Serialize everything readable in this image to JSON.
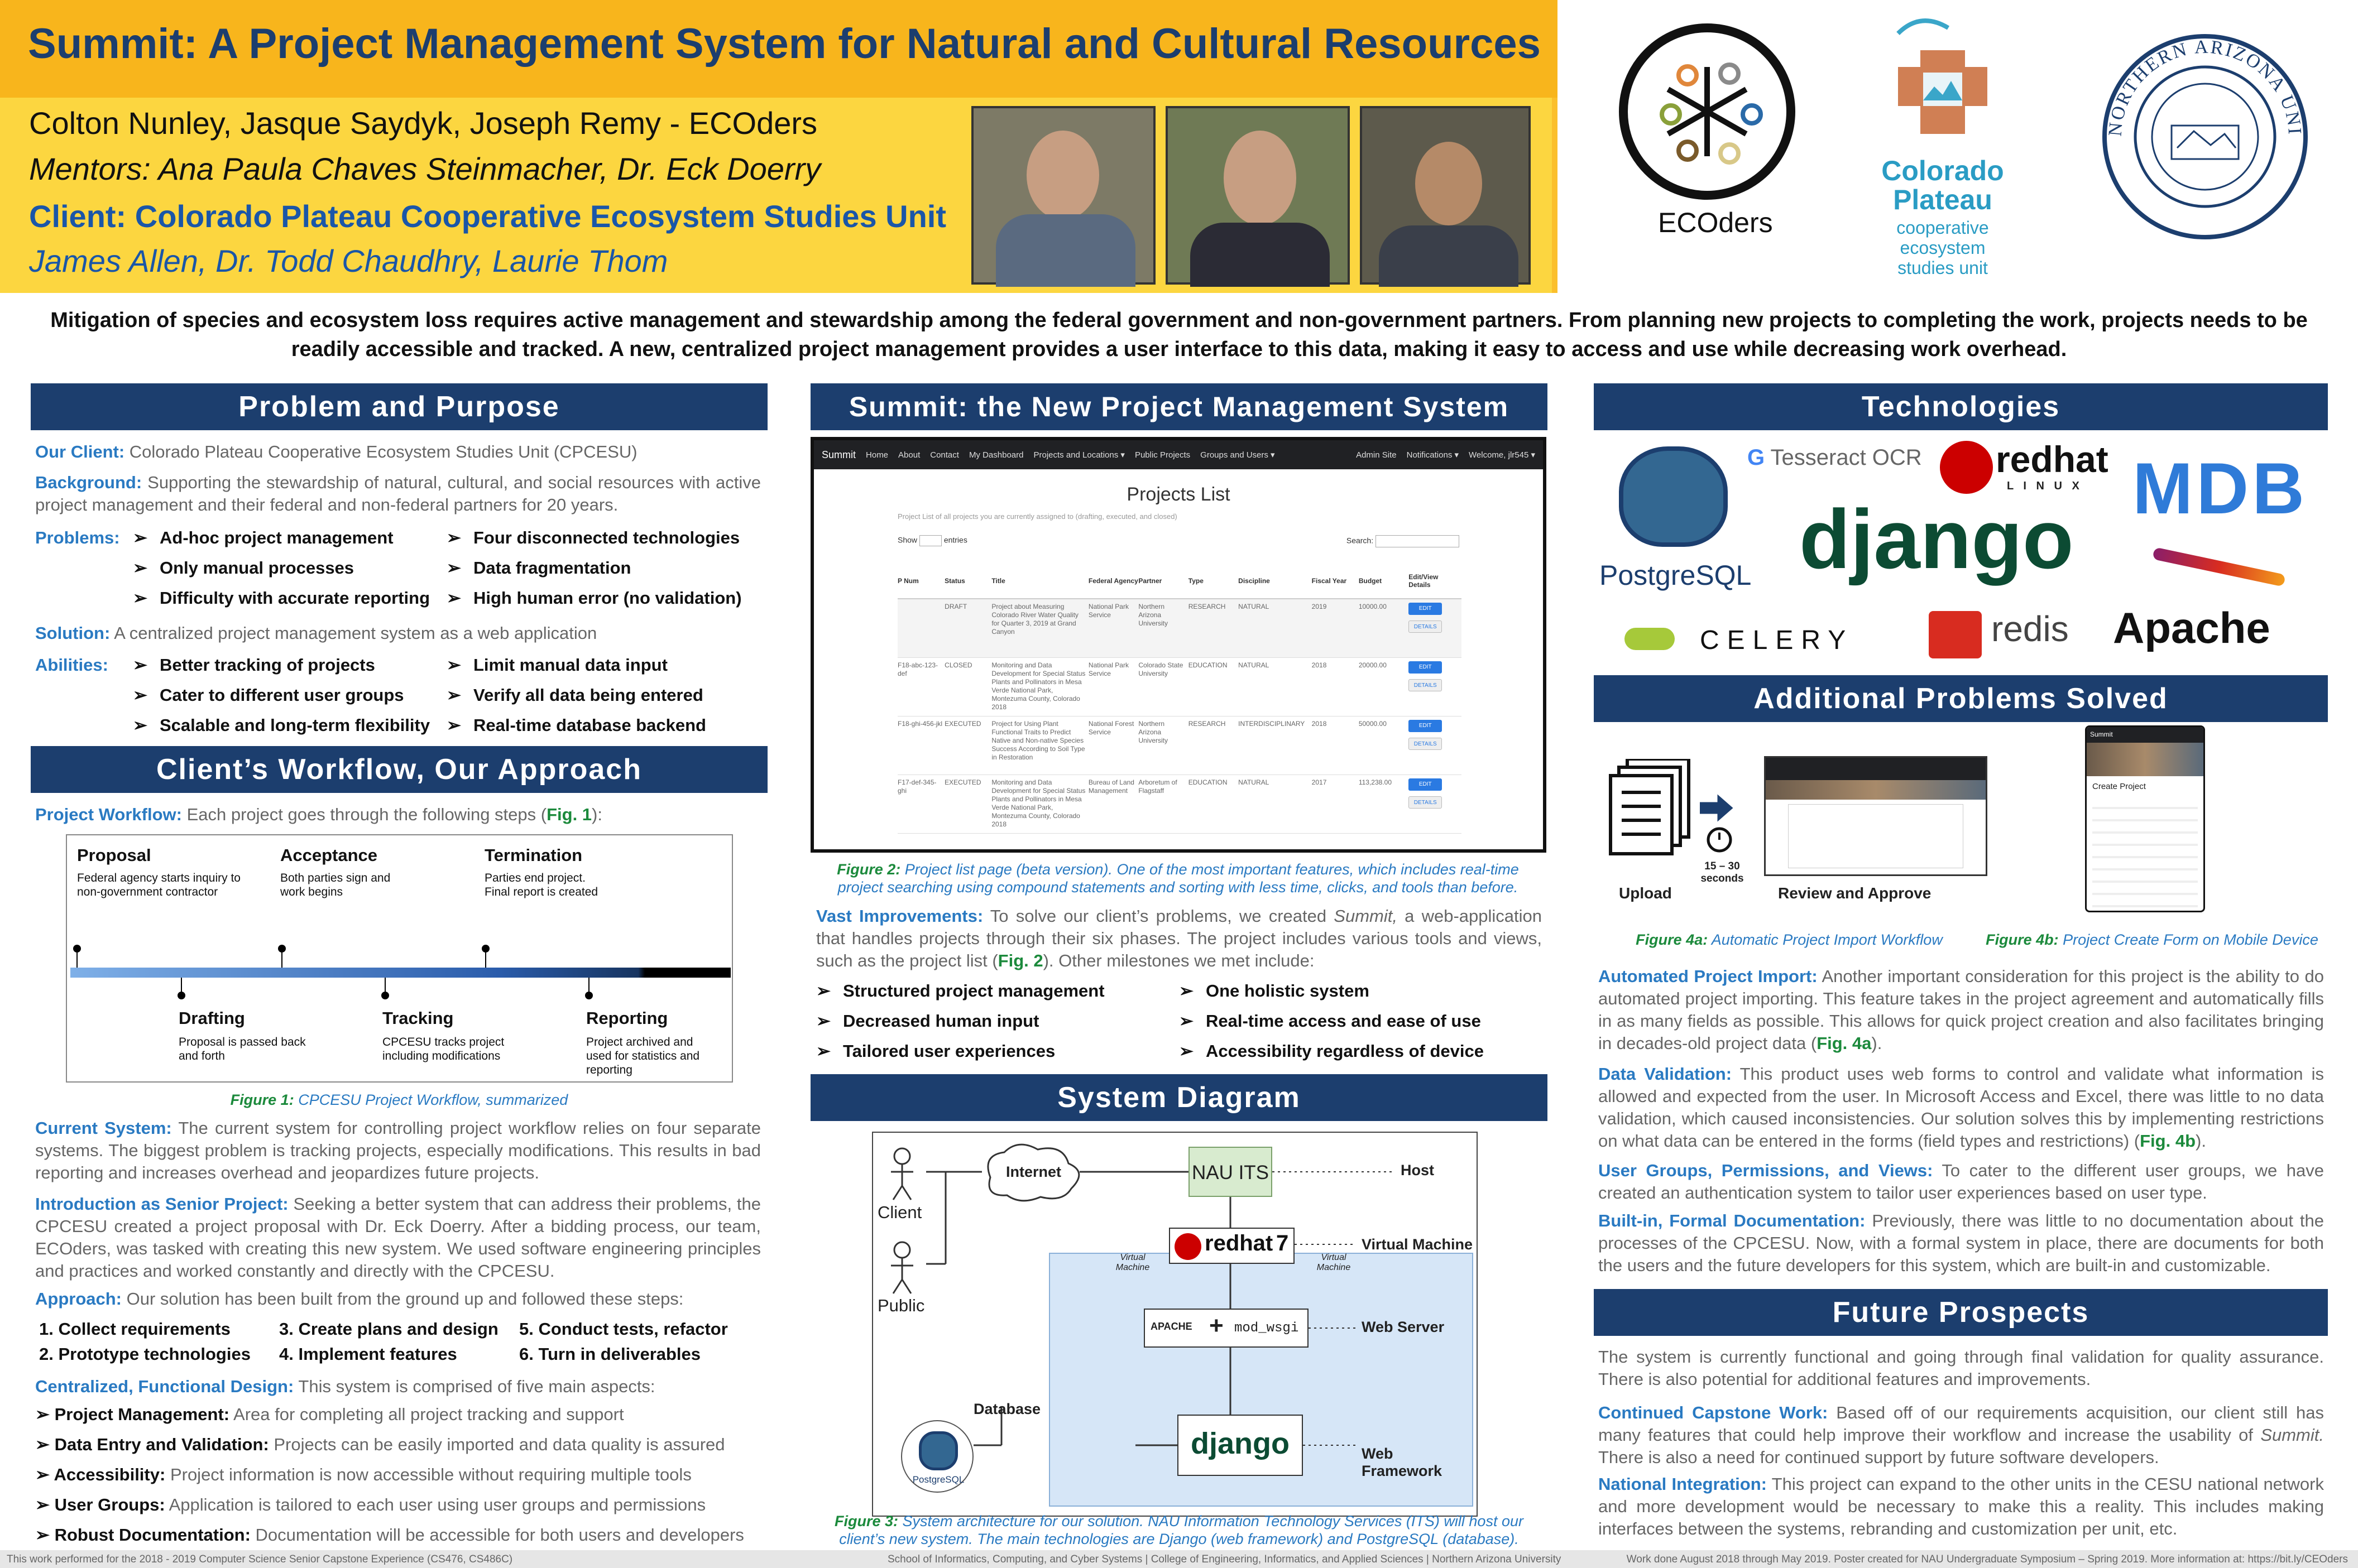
{
  "header": {
    "title": "Summit: A Project Management System for Natural and Cultural Resources",
    "authors": "Colton Nunley, Jasque Saydyk, Joseph Remy - ECOders",
    "mentors": "Mentors: Ana Paula Chaves Steinmacher, Dr. Eck Doerry",
    "client": "Client: Colorado Plateau Cooperative Ecosystem Studies Unit",
    "client_people": "James Allen, Dr. Todd Chaudhry, Laurie Thom",
    "logo_ecoders": "ECOders",
    "logo_cp_1": "Colorado",
    "logo_cp_2": "Plateau",
    "logo_cp_3": "cooperative",
    "logo_cp_4": "ecosystem",
    "logo_cp_5": "studies unit",
    "seal_text": "NORTHERN ARIZONA UNIVERSITY"
  },
  "intro": "Mitigation of species and ecosystem loss requires active management and stewardship among the federal government and non-government partners. From planning new projects to completing the work, projects needs to be readily accessible and tracked. A new, centralized project management provides a user interface to this data, making it easy to access and use while decreasing work overhead.",
  "left": {
    "problem_head": "Problem and Purpose",
    "our_client_lbl": "Our Client:",
    "our_client": "Colorado Plateau Cooperative Ecosystem Studies Unit (CPCESU)",
    "background_lbl": "Background:",
    "background": "Supporting the stewardship of natural, cultural, and social resources with active project management and their federal and non-federal partners for 20 years.",
    "problems_lbl": "Problems:",
    "problems": [
      "Ad-hoc project management",
      "Only manual processes",
      "Difficulty with accurate reporting",
      "Four disconnected technologies",
      "Data fragmentation",
      "High human error (no validation)"
    ],
    "solution_lbl": "Solution:",
    "solution": "A centralized project management system as a web application",
    "abilities_lbl": "Abilities:",
    "abilities": [
      "Better tracking of projects",
      "Cater to different user groups",
      "Scalable and long-term flexibility",
      "Limit manual data input",
      "Verify all data being entered",
      "Real-time database backend"
    ],
    "workflow_head": "Client’s Workflow, Our Approach",
    "pw_lbl": "Project Workflow:",
    "pw": "Each project goes through the following steps (",
    "pw_fig": "Fig. 1",
    "pw_end": "):",
    "steps_top": [
      {
        "name": "Proposal",
        "desc": "Federal agency starts inquiry to non-government contractor"
      },
      {
        "name": "Acceptance",
        "desc": "Both parties sign and work begins"
      },
      {
        "name": "Termination",
        "desc": "Parties end project. Final report is created"
      }
    ],
    "steps_bottom": [
      {
        "name": "Drafting",
        "desc": "Proposal is passed back and forth"
      },
      {
        "name": "Tracking",
        "desc": "CPCESU tracks project including modifications"
      },
      {
        "name": "Reporting",
        "desc": "Project archived and used for statistics and reporting"
      }
    ],
    "fig1_lbl": "Figure 1:",
    "fig1": "CPCESU Project Workflow, summarized",
    "current_lbl": "Current System:",
    "current": "The current system for controlling project workflow relies on four separate systems. The biggest problem is tracking projects, especially modifications. This results in bad reporting and increases overhead and jeopardizes future projects.",
    "intro_lbl": "Introduction as Senior Project:",
    "intro_txt": "Seeking a better system that can address their problems, the CPCESU created a project proposal with Dr. Eck Doerry. After a bidding process, our team, ECOders, was tasked with creating this new system. We used software engineering principles and practices and worked constantly and directly with the CPCESU.",
    "approach_lbl": "Approach:",
    "approach": "Our solution has been built from the ground up and followed these steps:",
    "approach_steps": [
      "1.   Collect requirements",
      "2.   Prototype technologies",
      "3.   Create plans and design",
      "4.   Implement features",
      "5.   Conduct tests, refactor",
      "6.   Turn in deliverables"
    ],
    "central_lbl": "Centralized, Functional Design:",
    "central": "This system is comprised of five main aspects:",
    "aspects": [
      {
        "b": "Project Management:",
        "t": "Area for completing all project tracking and support"
      },
      {
        "b": "Data Entry and Validation:",
        "t": "Projects can be easily imported and data quality is assured"
      },
      {
        "b": "Accessibility:",
        "t": "Project information is now accessible without requiring multiple tools"
      },
      {
        "b": "User Groups:",
        "t": "Application is tailored to each user using user groups and permissions"
      },
      {
        "b": "Robust Documentation:",
        "t": "Documentation will be accessible for both users and developers"
      }
    ]
  },
  "middle": {
    "head": "Summit: the New Project Management System",
    "nav": [
      "Summit",
      "Home",
      "About",
      "Contact",
      "My Dashboard",
      "Projects and Locations ▾",
      "Public Projects",
      "Groups and Users ▾"
    ],
    "nav_right": [
      "Admin Site",
      "Notifications ▾",
      "Welcome, jlr545 ▾"
    ],
    "list_title": "Projects List",
    "list_sub": "Project List of all projects you are currently assigned to (drafting, executed, and closed)",
    "show": "Show",
    "entries": "entries",
    "search": "Search:",
    "cols": [
      "P Num",
      "Status",
      "Title",
      "Federal Agency",
      "Partner",
      "Type",
      "Discipline",
      "Fiscal Year",
      "Budget",
      "Edit/View Details"
    ],
    "rows": [
      [
        "",
        "DRAFT",
        "Project about Measuring Colorado River Water Quality for Quarter 3, 2019 at Grand Canyon",
        "National Park Service",
        "Northern Arizona University",
        "RESEARCH",
        "NATURAL",
        "2019",
        "10000.00"
      ],
      [
        "F18-abc-123-def",
        "CLOSED",
        "Monitoring and Data Development for Special Status Plants and Pollinators in Mesa Verde National Park, Montezuma County, Colorado 2018",
        "National Park Service",
        "Colorado State University",
        "EDUCATION",
        "NATURAL",
        "2018",
        "20000.00"
      ],
      [
        "F18-ghi-456-jkl",
        "EXECUTED",
        "Project for Using Plant Functional Traits to Predict Native and Non-native Species Success According to Soil Type in Restoration",
        "National Forest Service",
        "Northern Arizona University",
        "RESEARCH",
        "INTERDISCIPLINARY",
        "2018",
        "50000.00"
      ],
      [
        "F17-def-345-ghi",
        "EXECUTED",
        "Monitoring and Data Development for Special Status Plants and Pollinators in Mesa Verde National Park, Montezuma County, Colorado 2018",
        "Bureau of Land Management",
        "Arboretum of Flagstaff",
        "EDUCATION",
        "NATURAL",
        "2017",
        "113,238.00"
      ]
    ],
    "edit": "EDIT",
    "details": "DETAILS",
    "fig2_lbl": "Figure 2:",
    "fig2": "Project list page (beta version). One of the most important features, which includes real-time project searching using compound statements and sorting with less time, clicks, and tools than before.",
    "vast_lbl": "Vast Improvements:",
    "vast": "To solve our client’s problems, we created",
    "vast_summit": "Summit,",
    "vast2": "a web-application that handles projects through their six phases. The project includes various tools and views, such as the project list (",
    "vast_fig": "Fig. 2",
    "vast3": "). Other milestones we met include:",
    "milestones": [
      "Structured project management",
      "Decreased human input",
      "Tailored user experiences",
      "One holistic system",
      "Real-time access and ease of use",
      "Accessibility regardless of device"
    ],
    "diagram_head": "System Diagram",
    "client": "Client",
    "public": "Public",
    "internet": "Internet",
    "nauits": "NAU ITS",
    "host": "Host",
    "vm": "Virtual Machine",
    "vm_small": "Virtual Machine",
    "rh7": "7",
    "webserver": "Web Server",
    "modwsgi": "mod_wsgi",
    "apache": "APACHE",
    "database": "Database",
    "postgres": "PostgreSQL",
    "django": "django",
    "webfw": "Web Framework",
    "fig3_lbl": "Figure 3:",
    "fig3": "System architecture for our solution. NAU Information Technology Services (ITS) will host our client’s new system. The main technologies are Django (web framework) and PostgreSQL (database)."
  },
  "right": {
    "tech_head": "Technologies",
    "tech": {
      "postgres": "PostgreSQL",
      "tesseract": "Tesseract OCR",
      "redhat": "redhat",
      "linux": "L I N U X",
      "mdb": "MDB",
      "django": "django",
      "celery": "CELERY",
      "redis": "redis",
      "apache": "Apache"
    },
    "add_head": "Additional Problems Solved",
    "upload": "Upload",
    "timer": "15 – 30 seconds",
    "review": "Review and Approve",
    "fig4a_lbl": "Figure 4a:",
    "fig4a": "Automatic Project Import Workflow",
    "fig4b_lbl": "Figure 4b:",
    "fig4b": "Project Create Form on Mobile Device",
    "mobile_title": "Summit",
    "mobile_heading": "Create Project",
    "auto_lbl": "Automated Project Import:",
    "auto": "Another important consideration for this project is the ability to do automated project importing. This feature takes in the project agreement and automatically fills in as many fields as possible. This allows for quick project creation and also facilitates bringing in decades-old project data (",
    "auto_fig": "Fig. 4a",
    "auto_end": ").",
    "val_lbl": "Data Validation:",
    "val": "This product uses web forms to control and validate what information is allowed and expected from the user. In Microsoft Access and Excel, there was little to no data validation, which caused inconsistencies. Our solution solves this by implementing restrictions on what data can be entered in the forms (field types and restrictions) (",
    "val_fig": "Fig. 4b",
    "val_end": ").",
    "ug_lbl": "User Groups, Permissions, and Views:",
    "ug": "To cater to the different user groups, we have created an authentication system to tailor user experiences based on user type.",
    "doc_lbl": "Built-in, Formal Documentation:",
    "doc": "Previously, there was little to no documentation about the processes of the CPCESU. Now, with a formal system in place, there are documents for both the users and the future developers for this system, which are built-in and customizable.",
    "future_head": "Future Prospects",
    "future": "The system is currently functional and going through final validation for quality assurance. There is also potential for additional features and improvements.",
    "cap_lbl": "Continued Capstone Work:",
    "cap": "Based off of our requirements acquisition, our client still has many features that could help improve their workflow and increase the usability of",
    "cap_summit": "Summit.",
    "cap2": "There is also a need for continued support by future software developers.",
    "nat_lbl": "National Integration:",
    "nat": "This project can expand to the other units in the CESU national network and more development would be necessary to make this a reality. This includes making interfaces between the systems, rebranding and customization per unit, etc."
  },
  "footer": {
    "left": "This work performed for the 2018 - 2019 Computer Science Senior Capstone Experience (CS476, CS486C)",
    "mid": "School of Informatics, Computing, and Cyber Systems | College of Engineering, Informatics, and Applied Sciences | Northern Arizona University",
    "right": "Work done August 2018 through May 2019. Poster created for NAU Undergraduate Symposium – Spring 2019. More information at: https://bit.ly/CEOders"
  },
  "colors": {
    "navy": "#1c3e6e",
    "gold": "#fcd640",
    "label_blue": "#2a7ac2"
  }
}
